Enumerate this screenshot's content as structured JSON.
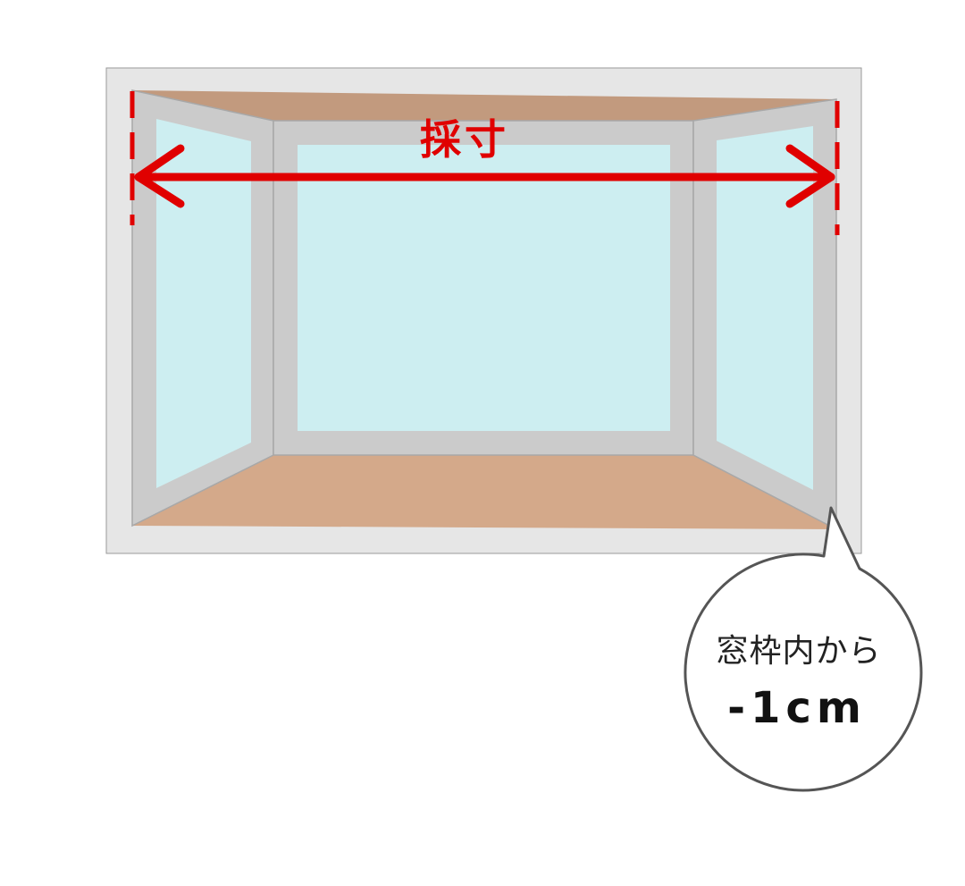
{
  "measurement": {
    "label": "採寸"
  },
  "callout": {
    "line1": "窓枠内から",
    "line2": "-1cm"
  },
  "colors": {
    "wall": "#e6e6e6",
    "ceiling": "#c29a7e",
    "floor": "#d4a98a",
    "frame": "#cbcbcb",
    "glass": "#cdeef1",
    "measure": "#e00000"
  }
}
